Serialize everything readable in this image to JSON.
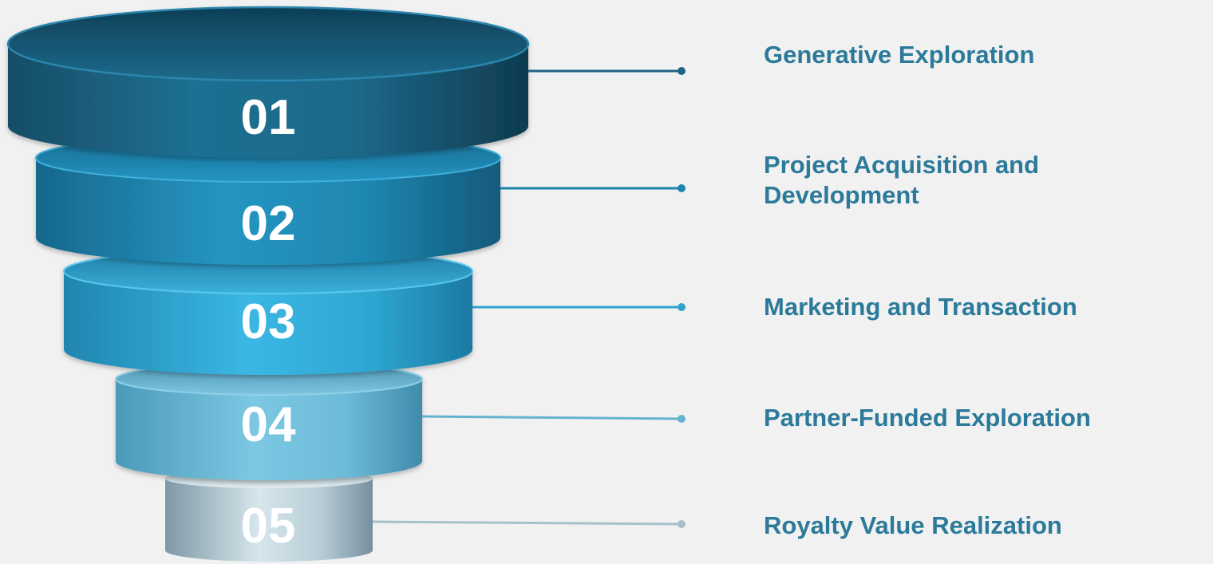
{
  "funnel": {
    "stages": [
      {
        "number": "01",
        "label": "Generative Exploration",
        "color": "#1e6484"
      },
      {
        "number": "02",
        "label": "Project Acquisition and Development",
        "color": "#1f84ad"
      },
      {
        "number": "03",
        "label": "Marketing and Transaction",
        "color": "#2ea3cf"
      },
      {
        "number": "04",
        "label": "Partner-Funded Exploration",
        "color": "#63b3cf"
      },
      {
        "number": "05",
        "label": "Royalty Value Realization",
        "color": "#a6c0cc"
      }
    ],
    "label_color": "#2b7a9a"
  }
}
